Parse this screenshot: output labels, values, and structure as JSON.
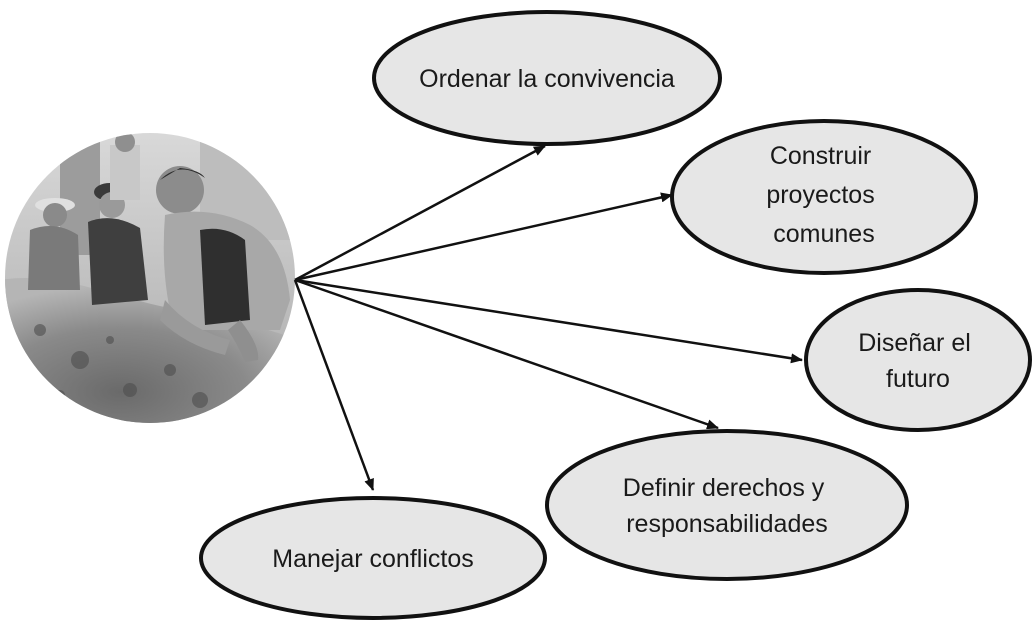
{
  "diagram": {
    "photo": {
      "description_icon": "photo-workers-soil"
    },
    "nodes": [
      {
        "id": "ordenar",
        "lines": [
          "Ordenar la convivencia"
        ]
      },
      {
        "id": "construir",
        "lines": [
          "Construir",
          "proyectos",
          "comunes"
        ]
      },
      {
        "id": "disenar",
        "lines": [
          "Diseñar el",
          "futuro"
        ]
      },
      {
        "id": "definir",
        "lines": [
          "Definir derechos y",
          "responsabilidades"
        ]
      },
      {
        "id": "manejar",
        "lines": [
          "Manejar conflictos"
        ]
      }
    ],
    "edges": [
      {
        "from": "photo",
        "to": "ordenar"
      },
      {
        "from": "photo",
        "to": "construir"
      },
      {
        "from": "photo",
        "to": "disenar"
      },
      {
        "from": "photo",
        "to": "definir"
      },
      {
        "from": "photo",
        "to": "manejar"
      }
    ],
    "colors": {
      "node_fill": "#e6e6e6",
      "node_stroke": "#111111",
      "arrow": "#111111"
    }
  }
}
